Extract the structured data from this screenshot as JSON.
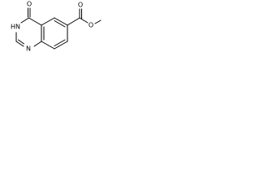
{
  "structure": {
    "atoms": {
      "carbonyl_oxygen": "O",
      "nh_group": "HN",
      "n1": "N",
      "ester_carbonyl_oxygen": "O",
      "ester_ether_oxygen": "O"
    }
  }
}
